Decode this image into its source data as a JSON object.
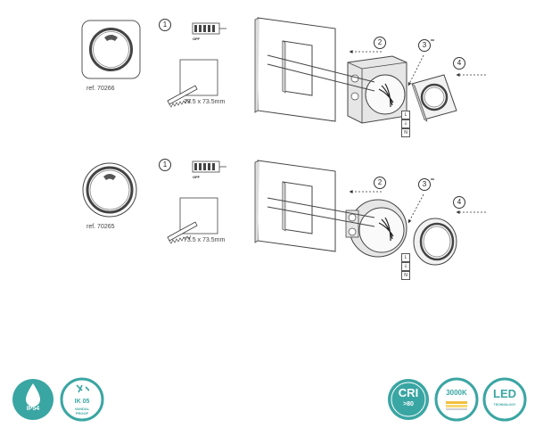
{
  "colors": {
    "badge_teal": "#3aa6a3",
    "line": "#444444",
    "box_fill": "#e6e6e6",
    "ring_dark": "#666666"
  },
  "product_a": {
    "ref": "ref. 70266",
    "cutout": "73.5 x 73.5mm",
    "switch_label": "OFF",
    "steps": [
      "1",
      "2",
      "3",
      "4"
    ],
    "step3_marker": "**",
    "terminals": [
      "L",
      "⏚",
      "N"
    ]
  },
  "product_b": {
    "ref": "ref. 70265",
    "cutout": "73.5 x 73.5mm",
    "switch_label": "OFF",
    "steps": [
      "1",
      "2",
      "3",
      "4"
    ],
    "step3_marker": "**",
    "terminals": [
      "L",
      "⏚",
      "N"
    ]
  },
  "badges": {
    "ip": "IP54",
    "ik": "IK 05",
    "ik_sub1": "VANDAL",
    "ik_sub2": "PROOF",
    "cri": "CRI",
    "cri_value": ">80",
    "cct": "3000K",
    "led": "LED",
    "led_sub": "TECHNOLOGY"
  },
  "icons": [
    "ip54-badge-icon",
    "ik05-badge-icon",
    "cri-badge-icon",
    "cct-badge-icon",
    "led-badge-icon",
    "saw-icon",
    "dip-switch-icon"
  ]
}
